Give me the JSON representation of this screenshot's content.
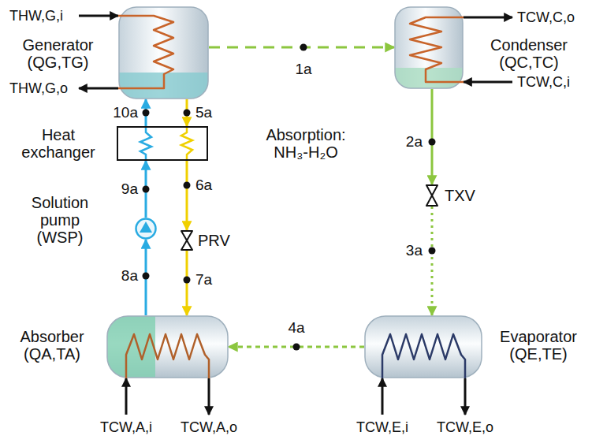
{
  "diagram": {
    "nodes": [
      {
        "text": [
          "Generator (QG,TG)"
        ]
      },
      {
        "text": [
          "Condenser (QC,TC)"
        ]
      },
      {
        "text": [
          "Heat exchanger"
        ]
      },
      {
        "text": [
          "Solution pump (WSP)"
        ]
      },
      {
        "text": [
          "PRV"
        ]
      },
      {
        "text": [
          "TXV"
        ]
      },
      {
        "text": [
          "Absorber (QA,TA)"
        ]
      },
      {
        "text": [
          "Evaporator (QE,TE)"
        ]
      }
    ],
    "edges": [
      {
        "from": 0,
        "to": 1,
        "label": "1a",
        "arrow": "to"
      },
      {
        "from": 1,
        "to": 5,
        "label": "2a",
        "arrow": "to"
      },
      {
        "from": 5,
        "to": 7,
        "label": "3a",
        "arrow": "to"
      },
      {
        "from": 7,
        "to": 6,
        "label": "4a",
        "arrow": "to"
      },
      {
        "from": 6,
        "to": 3,
        "label": "8a",
        "arrow": "to"
      },
      {
        "from": 3,
        "to": 2,
        "label": "9a",
        "arrow": "to"
      },
      {
        "from": 2,
        "to": 0,
        "label": "10a",
        "arrow": "to"
      },
      {
        "from": 0,
        "to": 2,
        "label": "5a",
        "arrow": "to"
      },
      {
        "from": 2,
        "to": 4,
        "label": "6a",
        "arrow": "to"
      },
      {
        "from": 4,
        "to": 6,
        "label": "7a",
        "arrow": "to"
      }
    ],
    "labels": [
      "THW,G,i",
      "THW,G,o",
      "TCW,C,o",
      "TCW,C,i",
      "Absorption: NH₃-H₂O",
      "TCW,A,i",
      "TCW,A,o",
      "TCW,E,i",
      "TCW,E,o"
    ]
  }
}
